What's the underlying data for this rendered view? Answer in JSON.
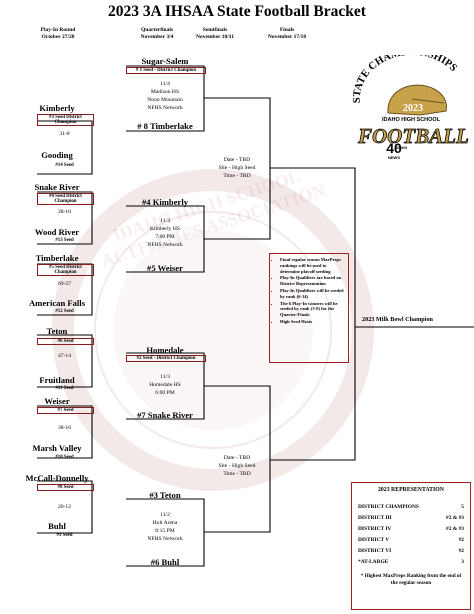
{
  "title": "2023 3A IHSAA State Football Bracket",
  "rounds": {
    "playin": [
      "Play-In Round",
      "October 27/28"
    ],
    "quarters": [
      "Quarterfinals",
      "November 3/4"
    ],
    "semis": [
      "Semifinals",
      "November 10/11"
    ],
    "finals": [
      "Finals",
      "November 17/18"
    ]
  },
  "playin_games": [
    {
      "top_team": "Kimberly",
      "top_seed": "#3 Seed District Champion",
      "score": "31-8",
      "bottom_team": "Gooding",
      "bottom_seed": "#14 Seed"
    },
    {
      "top_team": "Snake River",
      "top_seed": "#4 Seed District Champion",
      "score": "28-10",
      "bottom_team": "Wood River",
      "bottom_seed": "#13 Seed"
    },
    {
      "top_team": "Timberlake",
      "top_seed": "#5 Seed District Champion",
      "score": "69-27",
      "bottom_team": "American Falls",
      "bottom_seed": "#12 Seed"
    },
    {
      "top_team": "Teton",
      "top_seed": "#6 Seed",
      "score": "47-14",
      "bottom_team": "Fruitland",
      "bottom_seed": "#11 Seed"
    },
    {
      "top_team": "Weiser",
      "top_seed": "#7 Seed",
      "score": "38-16",
      "bottom_team": "Marsh Valley",
      "bottom_seed": "#10 Seed"
    },
    {
      "top_team": "McCall-Donnelly",
      "top_seed": "#8 Seed",
      "score": "20-12",
      "bottom_team": "Buhl",
      "bottom_seed": "#9 Seed"
    }
  ],
  "quarter_games": [
    {
      "top_team": "Sugar-Salem",
      "top_seed": "# 1 Seed - District Champion",
      "info": [
        "11/4",
        "Madison HS",
        "Noon Mountain",
        "NFHS Network"
      ],
      "bottom_team": "# 8 Timberlake"
    },
    {
      "top_team": "#4 Kimberly",
      "top_seed": "",
      "info": [
        "11/3",
        "Kimberly HS",
        "7:00 PM",
        "NFHS Network"
      ],
      "bottom_team": "#5 Weiser"
    },
    {
      "top_team": "Homedale",
      "top_seed": "#2 Seed - District Champion",
      "info": [
        "11/3",
        "Homedale HS",
        "6:00 PM"
      ],
      "bottom_team": "#7 Snake River"
    },
    {
      "top_team": "#3 Teton",
      "top_seed": "",
      "info": [
        "11/2",
        "Holt Arena",
        "8:15 PM",
        "NFHS Network"
      ],
      "bottom_team": "#6 Buhl"
    }
  ],
  "semi_info": [
    "Date - TBD",
    "Site - High Seed",
    "Time - TBD"
  ],
  "champion_label": "2023 Milk Bowl Champion",
  "notes": [
    "Final regular season MaxPreps rankings will be used to determine playoff seeding",
    "Play-In Qualifiers are based on District Representation",
    "Play-In Qualifiers will be seeded by rank (6-14)",
    "The 6 Play-In winners will be seeded by rank (3-8) for the Quarter-Finals",
    "High Seed Hosts"
  ],
  "representation": {
    "title": "2023 REPRESENTATION",
    "rows": [
      {
        "label": "DISTRICT CHAMPIONS",
        "value": "5"
      },
      {
        "label": "DISTRICT III",
        "value": "#2 & #3"
      },
      {
        "label": "DISTRICT IV",
        "value": "#2 & #3"
      },
      {
        "label": "DISTRICT V",
        "value": "#2"
      },
      {
        "label": "DISTRICT VI",
        "value": "#2"
      },
      {
        "label": "*AT-LARGE",
        "value": "3"
      }
    ],
    "footnote": "* Highest MaxPreps Ranking from the end of the regular season"
  },
  "logo": {
    "arc_text": "STATE CHAMPIONSHIPS",
    "year": "2023",
    "org": "IDAHO HIGH SCHOOL",
    "word": "FOOTBALL",
    "badge_top": "IDAHO",
    "badge_num": "40",
    "badge_bottom": "NEWS"
  },
  "watermark_text": "IDAHO HIGH SCHOOL ACTIVITIES ASSOCIATION",
  "colors": {
    "accent_red": "#8b1c1c",
    "logo_gold": "#c8a24a",
    "line": "#000000"
  }
}
